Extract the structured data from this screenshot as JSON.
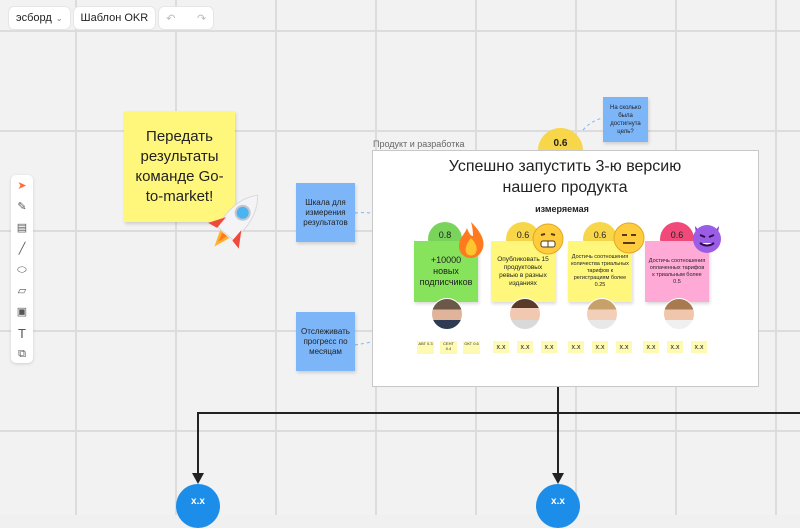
{
  "topbar": {
    "board_name": "эсборд",
    "template_name": "Шаблон OKR"
  },
  "toolbar": {
    "tools": [
      "cursor-icon",
      "pen-icon",
      "template-icon",
      "line-icon",
      "shape-icon",
      "sticky-icon",
      "image-icon",
      "text-icon",
      "frame-icon"
    ]
  },
  "stickies": {
    "goal": "Передать результаты команде Go-to-market!",
    "scale": "Шкала для измерения результатов",
    "track": "Отслеживать прогресс по месяцам",
    "question": "На сколько была достигнута цель?"
  },
  "frame": {
    "label": "Продукт и разработка",
    "title": "Успешно запустить 3-ю версию нашего продукта",
    "subtitle": "измеряемая",
    "top_score": "0.6",
    "key_results": [
      {
        "score": "0.8",
        "text": "+10000 новых подписчиков",
        "color": "#86e35b",
        "circle": "#7ad35a"
      },
      {
        "score": "0.6",
        "text": "Опубликовать 15 продуктовых ревью в разных изданиях",
        "color": "#fff77b",
        "circle": "#f7d64a"
      },
      {
        "score": "0.6",
        "text": "Достичь соотношения количества триальных тарифов к регистрациям более 0.25",
        "color": "#fff77b",
        "circle": "#f7d64a"
      },
      {
        "score": "0.6",
        "text": "Достичь соотношения оплаченных тарифов к триальным более 0.5",
        "color": "#ffaad6",
        "circle": "#ef4a7a"
      }
    ],
    "months": [
      "АВГ 0.3",
      "СЕНТ 0.4",
      "ОКТ 0.6"
    ],
    "xx": "х.х"
  },
  "nodes": {
    "left": "х.х",
    "right": "х.х"
  },
  "colors": {
    "accent": "#ff6a3d",
    "blue_node": "#1c8eea",
    "sticky_yellow": "#fff77b",
    "sticky_blue": "#7cb5f8"
  }
}
